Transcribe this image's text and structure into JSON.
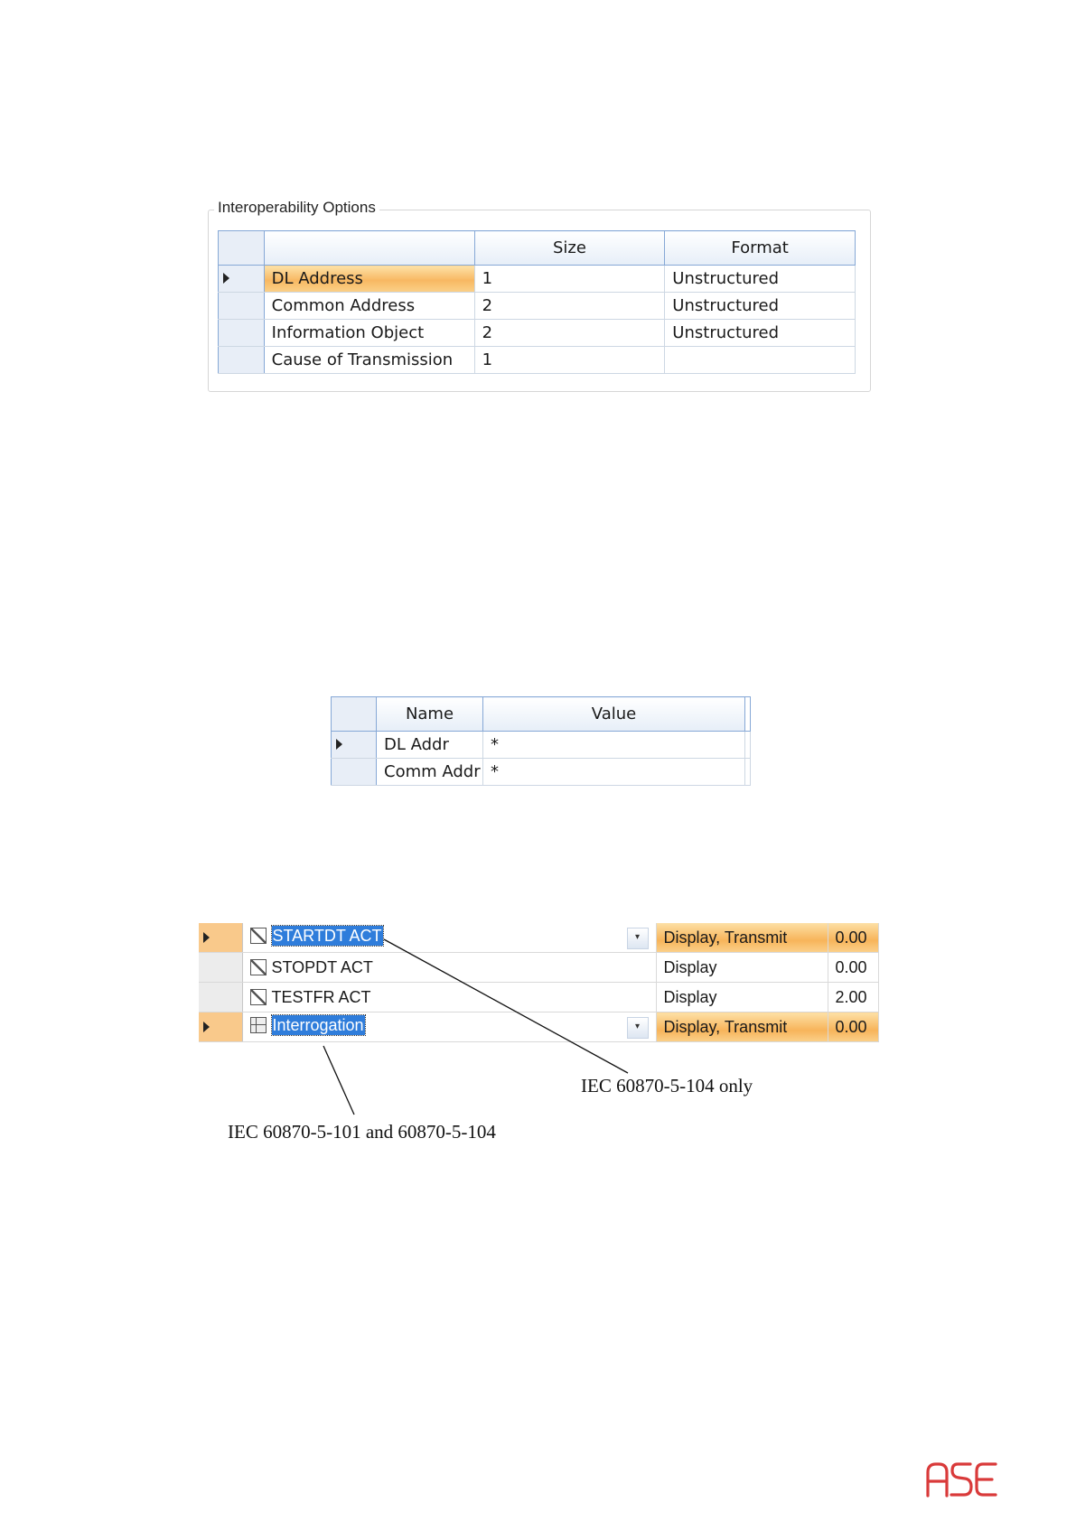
{
  "interop": {
    "legend": "Interoperability Options",
    "headers": [
      "",
      "",
      "Size",
      "Format"
    ],
    "rows": [
      {
        "name": "DL Address",
        "size": "1",
        "format": "Unstructured"
      },
      {
        "name": "Common Address",
        "size": "2",
        "format": "Unstructured"
      },
      {
        "name": "Information Object",
        "size": "2",
        "format": "Unstructured"
      },
      {
        "name": "Cause of Transmission",
        "size": "1",
        "format": ""
      }
    ]
  },
  "name_value": {
    "headers": [
      "",
      "Name",
      "Value"
    ],
    "rows": [
      {
        "name": "DL Addr",
        "value": "*"
      },
      {
        "name": "Comm Addr",
        "value": "*"
      }
    ]
  },
  "commands": {
    "rows": [
      {
        "name": "STARTDT ACT",
        "mode": "Display, Transmit",
        "value": "0.00",
        "icon": "hatched-square-icon"
      },
      {
        "name": "STOPDT ACT",
        "mode": "Display",
        "value": "0.00",
        "icon": "hatched-square-icon"
      },
      {
        "name": "TESTFR ACT",
        "mode": "Display",
        "value": "2.00",
        "icon": "hatched-square-icon"
      },
      {
        "name": "Interrogation",
        "mode": "Display, Transmit",
        "value": "0.00",
        "icon": "grid-icon"
      }
    ]
  },
  "annotations": {
    "iec104_only": "IEC 60870-5-104 only",
    "iec101_and_104": "IEC 60870-5-101 and 60870-5-104"
  },
  "logo": {
    "text": "ASE",
    "color": "#d93a3a"
  },
  "colors": {
    "selection_orange": "#f8b862",
    "selection_blue": "#2f7ddb",
    "grid_border": "#86a8d6"
  }
}
